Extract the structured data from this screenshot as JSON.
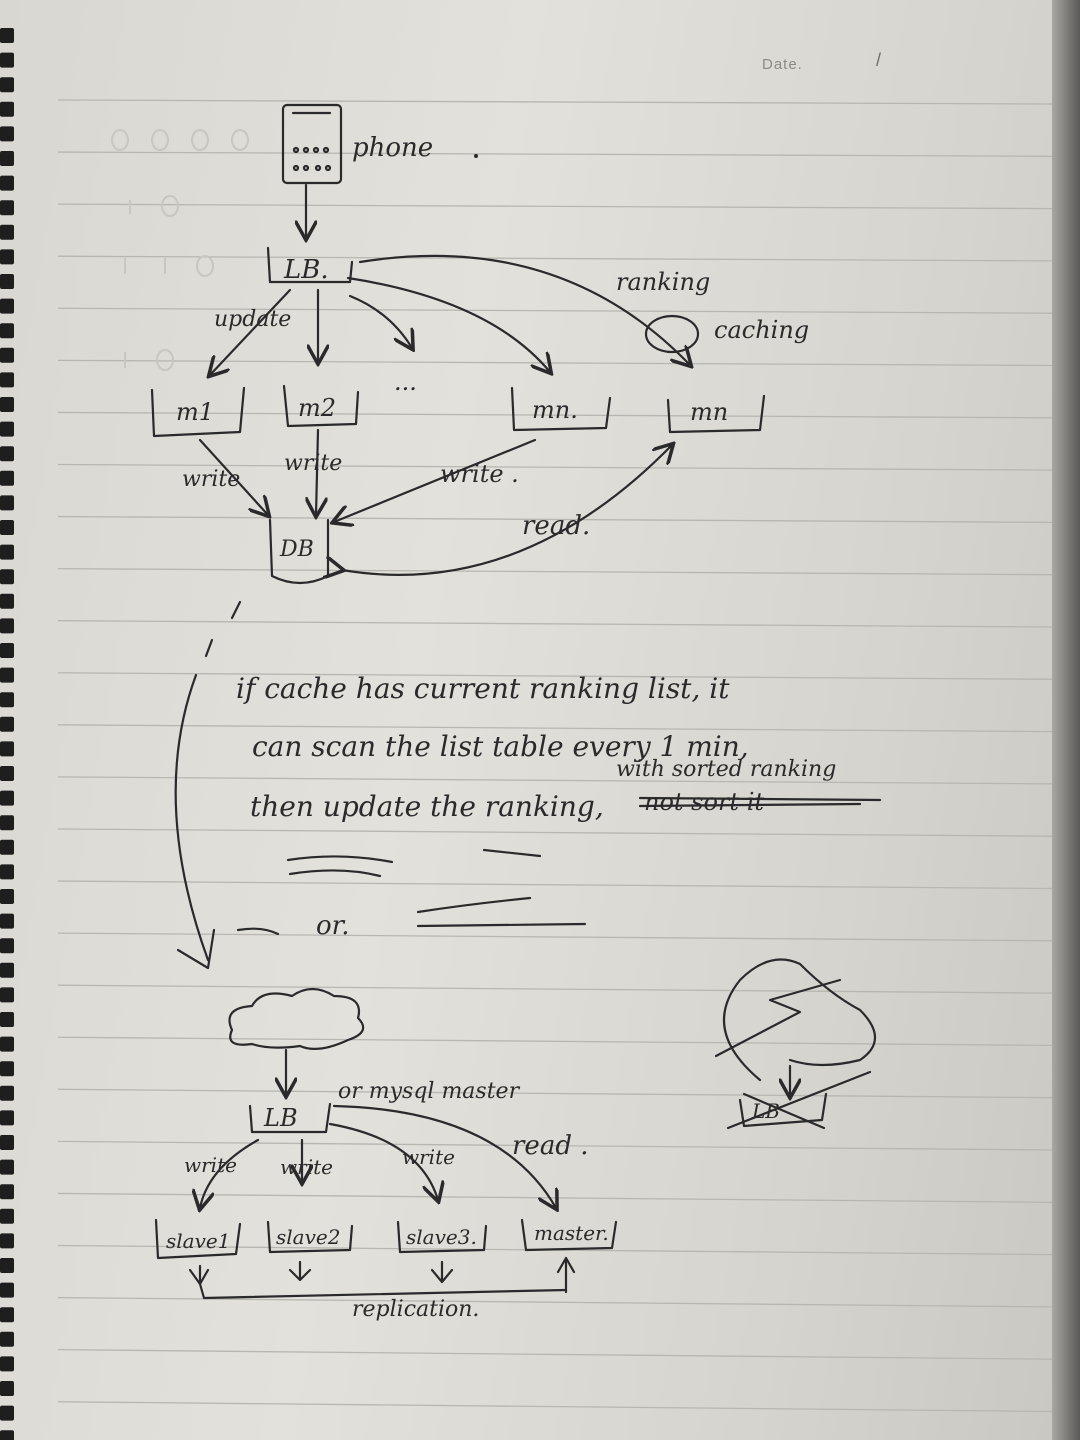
{
  "header": {
    "date_label": "Date.",
    "date_value": "/"
  },
  "diagram1": {
    "phone": "phone",
    "lb": "LB.",
    "update": "update",
    "ranking": "ranking",
    "caching": "caching",
    "nodes": [
      "m1",
      "m2",
      "mn.",
      "mn"
    ],
    "ellipsis": "...",
    "write": "write",
    "write_dot": "write .",
    "read": "read.",
    "db": "DB"
  },
  "notes": {
    "line1": "if cache has current ranking list, it",
    "line2": "can scan the list table every 1 min,",
    "line3_insert": "with sorted ranking",
    "line3": "then update the ranking,",
    "line3_struck": "not sort it",
    "line4": "or."
  },
  "diagram2": {
    "lb": "LB",
    "or_mysql_master": "or mysql master",
    "write": "write",
    "read": "read .",
    "nodes": [
      "slave1",
      "slave2",
      "slave3.",
      "master."
    ],
    "replication": "replication.",
    "crossed_lb": "LB"
  },
  "colors": {
    "ink": "#2a2a2c",
    "paper": "#dedcd6",
    "rule": "#b8b6b1",
    "binding": "#1e1e1f"
  }
}
